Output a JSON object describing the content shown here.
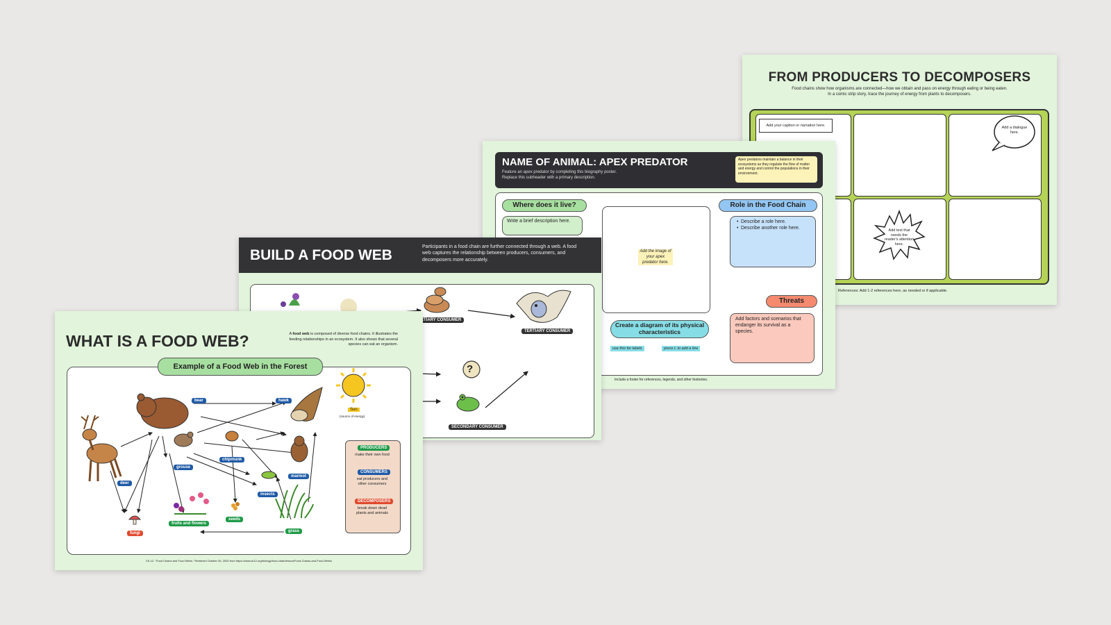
{
  "s4": {
    "title": "FROM PRODUCERS TO DECOMPOSERS",
    "sub1": "Food chains show how organisms are connected—how we obtain and pass on energy through eating or being eaten.",
    "sub2": "In a comic strip story, trace the journey of energy from plants to decomposers.",
    "caption": "Add your caption or narration here.",
    "bubble": "Add a dialogue here.",
    "burst": "Add text that needs the reader's attention here.",
    "refs": "References: Add 1-2 references here, as needed or if applicable."
  },
  "s3": {
    "title": "NAME OF ANIMAL: APEX PREDATOR",
    "sub1": "Feature an apex predator by completing this biography poster.",
    "sub2": "Replace this subheader with a primary description.",
    "note": "Apex predators maintain a balance in their ecosystems as they regulate the flow of matter and energy and control the populations in their environment.",
    "where_label": "Where does it live?",
    "where_text": "Write a brief description here.",
    "image_hint": "Add the image of your apex predator here.",
    "role_label": "Role in the Food Chain",
    "role_items": [
      "Describe a role here.",
      "Describe another role here."
    ],
    "threats_label": "Threats",
    "threats_text": "Add factors and scenarios that endanger its survival as a species.",
    "diagram_label": "Create a diagram of its physical characteristics",
    "hint1": "use this for labels",
    "hint2": "press L to add a line",
    "footer": "Include a footer for references, legends, and other footnotes."
  },
  "s2": {
    "title": "BUILD A FOOD WEB",
    "desc": "Participants in a food chain are further connected through a web. A food web captures the relationship between producers, consumers, and decomposers more accurately.",
    "tertiary1": "TERTIARY CONSUMER",
    "tertiary2": "TERTIARY CONSUMER",
    "secondary": "SECONDARY CONSUMER",
    "question": "?"
  },
  "s1": {
    "title": "WHAT IS A FOOD WEB?",
    "desc_pre": "A ",
    "desc_bold": "food web",
    "desc_post": " is composed of diverse food chains. It illustrates the feeding relationships in an ecosystem. It also shows that several species can eat an organism.",
    "example": "Example of a Food Web in the Forest",
    "labels": {
      "bear": "bear",
      "hawk": "hawk",
      "deer": "deer",
      "grouse": "grouse",
      "chipmunk": "chipmunk",
      "marmot": "marmot",
      "insects": "insects",
      "seeds": "seeds",
      "fruits": "fruits and flowers",
      "grass": "grass",
      "fungi": "fungi",
      "sun": "Sun",
      "sun_sub": "(source of energy)"
    },
    "legend": {
      "producers": "PRODUCERS",
      "producers_text": "make their own food",
      "consumers": "CONSUMERS",
      "consumers_text": "eat producers and other consumers",
      "decomposers": "DECOMPOSERS",
      "decomposers_text": "break down dead plants and animals"
    },
    "citation": "CK-12. \"Food Chains and Food Webs.\" Retrieved October 26, 2020 from https://www.ck12.org/biology/food-chain/lesson/Food-Chains-and-Food-Webs/"
  }
}
